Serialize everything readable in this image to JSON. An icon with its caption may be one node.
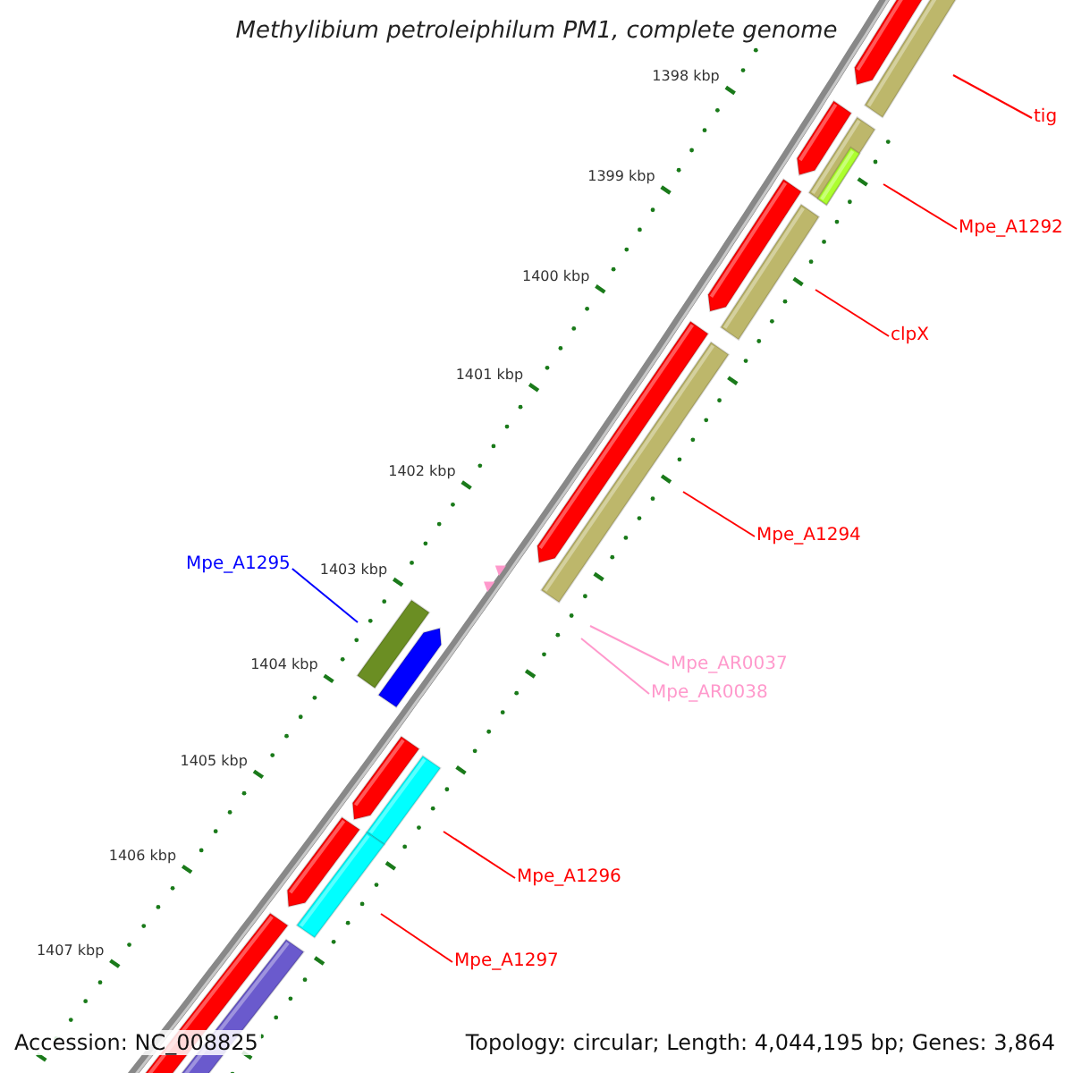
{
  "diagram": {
    "title": "Methylibium petroleiphilum PM1, complete genome",
    "nodes": [
      {
        "text": [
          "tig"
        ]
      },
      {
        "text": [
          "Mpe_A1292"
        ]
      },
      {
        "text": [
          "clpX"
        ]
      },
      {
        "text": [
          "Mpe_A1294"
        ]
      },
      {
        "text": [
          "Mpe_A1295"
        ]
      },
      {
        "text": [
          "Mpe_AR0037"
        ]
      },
      {
        "text": [
          "Mpe_AR0038"
        ]
      },
      {
        "text": [
          "Mpe_A1296"
        ]
      },
      {
        "text": [
          "Mpe_A1297"
        ]
      }
    ],
    "edges": [
      {
        "from": 0,
        "to": null,
        "arrow": "none"
      },
      {
        "from": 1,
        "to": null,
        "arrow": "none"
      },
      {
        "from": 2,
        "to": null,
        "arrow": "none"
      },
      {
        "from": 3,
        "to": null,
        "arrow": "none"
      },
      {
        "from": 4,
        "to": null,
        "arrow": "none",
        "color": "#0000ff"
      },
      {
        "from": 5,
        "to": null,
        "arrow": "none",
        "color": "#ff99cc"
      },
      {
        "from": 6,
        "to": null,
        "arrow": "none",
        "color": "#ff99cc"
      },
      {
        "from": 7,
        "to": null,
        "arrow": "none"
      },
      {
        "from": 8,
        "to": null,
        "arrow": "none"
      }
    ],
    "labels": [
      "1398 kbp",
      "1399 kbp",
      "1400 kbp",
      "1401 kbp",
      "1402 kbp",
      "1403 kbp",
      "1404 kbp",
      "1405 kbp",
      "1406 kbp",
      "1407 kbp",
      "Accession: NC_008825",
      "Topology: circular; Length: 4,044,195 bp; Genes: 3,864"
    ]
  }
}
